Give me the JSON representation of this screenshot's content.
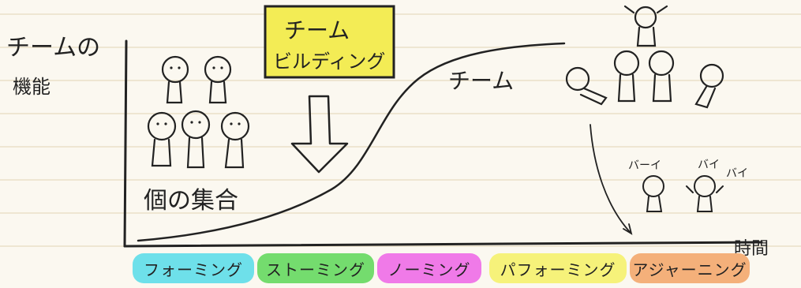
{
  "y_axis_label_line1": "チームの",
  "y_axis_label_line2": "機能",
  "x_axis_label": "時間",
  "team_building_label_line1": "チーム",
  "team_building_label_line2": "ビルディング",
  "individuals_label": "個の集合",
  "team_label": "チーム",
  "bye1": "バーイ",
  "bye2": "バイ",
  "bye3": "バイ",
  "stages": [
    {
      "label": "フォーミング",
      "color": "#6ee0ea"
    },
    {
      "label": "ストーミング",
      "color": "#74dc6e"
    },
    {
      "label": "ノーミング",
      "color": "#f07ae8"
    },
    {
      "label": "パフォーミング",
      "color": "#f6f27a"
    },
    {
      "label": "アジャーニング",
      "color": "#f4b07a"
    }
  ],
  "colors": {
    "note_yellow": "#f3ec55",
    "ruled_line": "#e9e0c8",
    "ink": "#222222"
  }
}
